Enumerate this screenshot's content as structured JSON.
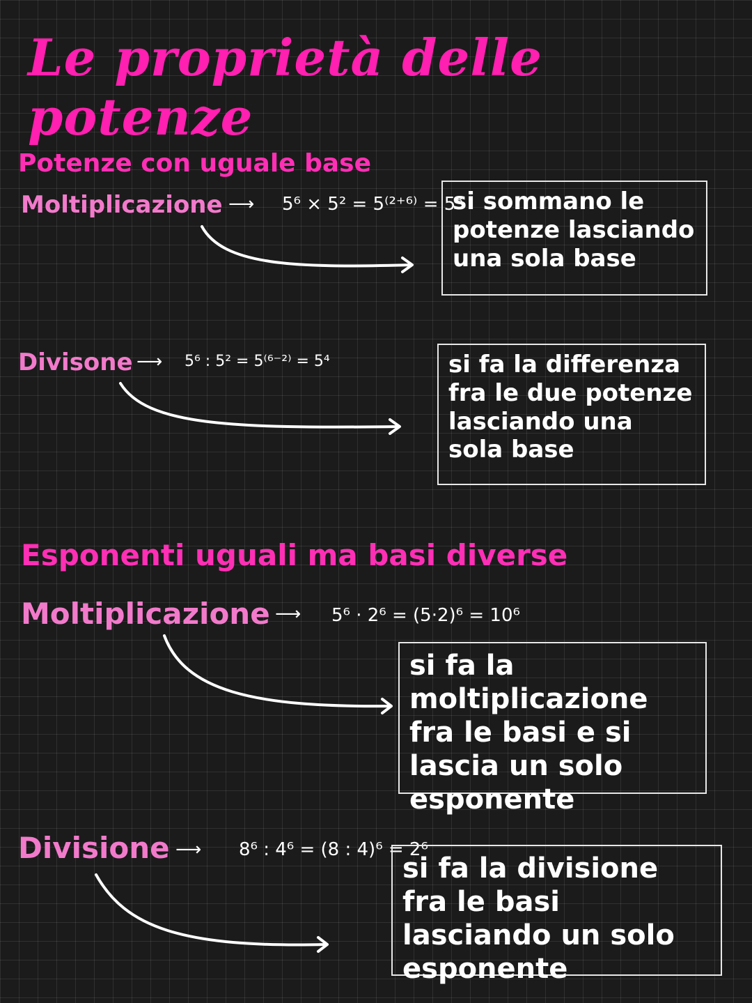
{
  "title": "Le proprietà delle potenze",
  "sections": [
    {
      "heading": "Potenze con uguale base",
      "rules": [
        {
          "label": "Moltiplicazione",
          "formula": "5⁶ × 5² = 5⁽²⁺⁶⁾ = 5⁸",
          "description": "si sommano le potenze lasciando una sola base"
        },
        {
          "label": "Divisone",
          "formula": "5⁶ : 5² = 5⁽⁶⁻²⁾ = 5⁴",
          "description": "si fa la differenza fra le due potenze lasciando una sola base"
        }
      ]
    },
    {
      "heading": "Esponenti uguali ma basi diverse",
      "rules": [
        {
          "label": "Moltiplicazione",
          "formula": "5⁶ · 2⁶ = (5·2)⁶ = 10⁶",
          "description": "si fa la moltiplicazione fra le basi e si lascia un solo esponente"
        },
        {
          "label": "Divisione",
          "formula": "8⁶ : 4⁶ = (8 : 4)⁶ = 2⁶",
          "description": "si fa la divisione fra le basi lasciando un solo esponente"
        }
      ]
    }
  ],
  "colors": {
    "title": "#ff1fb0",
    "heading": "#ff2fb5",
    "label": "#f27acb",
    "background": "#1b1b1b"
  }
}
